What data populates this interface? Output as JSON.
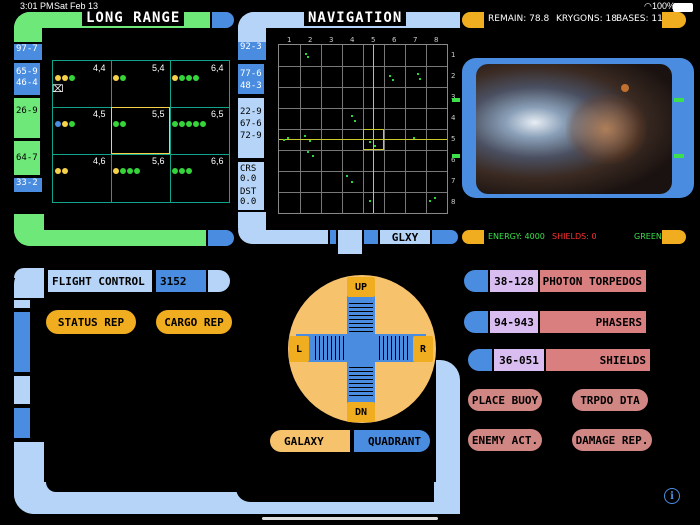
{
  "statusbar": {
    "time": "3:01 PM",
    "date": "Sat Feb 13",
    "battery": "100%"
  },
  "long_range": {
    "title": "LONG RANGE",
    "side_values": [
      "97-7",
      "65-9",
      "46-4",
      "26-9",
      "64-7",
      "33-2"
    ],
    "cells": [
      {
        "coord": "4,4",
        "dots": [
          "y",
          "y",
          "g"
        ]
      },
      {
        "coord": "5,4",
        "dots": [
          "y",
          "g"
        ]
      },
      {
        "coord": "6,4",
        "dots": [
          "y",
          "g",
          "g",
          "g"
        ]
      },
      {
        "coord": "4,5",
        "dots": [
          "b",
          "y",
          "g"
        ]
      },
      {
        "coord": "5,5",
        "dots": [
          "g",
          "g"
        ]
      },
      {
        "coord": "6,5",
        "dots": [
          "g",
          "g",
          "g",
          "g",
          "g"
        ]
      },
      {
        "coord": "4,6",
        "dots": [
          "y",
          "y"
        ]
      },
      {
        "coord": "5,6",
        "dots": [
          "y",
          "g",
          "g",
          "g"
        ]
      },
      {
        "coord": "6,6",
        "dots": [
          "g",
          "g",
          "g"
        ]
      }
    ]
  },
  "navigation": {
    "title": "NAVIGATION",
    "side_values": [
      "92-3",
      "77-6",
      "48-3",
      "22-9",
      "67-6",
      "72-9"
    ],
    "crs_label": "CRS",
    "crs_value": "0.0",
    "dst_label": "DST",
    "dst_value": "0.0",
    "cols": [
      "1",
      "2",
      "3",
      "4",
      "5",
      "6",
      "7",
      "8"
    ],
    "rows": [
      "1",
      "2",
      "3",
      "4",
      "5",
      "6",
      "7",
      "8"
    ],
    "glxy_label": "GLXY"
  },
  "status": {
    "remain": "REMAIN: 78.8",
    "krygons": "KRYGONS: 18",
    "bases": "BASES: 11"
  },
  "bottom_status": {
    "energy": "ENERGY: 4000",
    "shields": "SHIELDS: 0",
    "condition": "GREEN"
  },
  "flight_control": {
    "label": "FLIGHT CONTROL",
    "value": "3152",
    "status_rep": "STATUS REP",
    "cargo_rep": "CARGO REP"
  },
  "dpad": {
    "up": "UP",
    "down": "DN",
    "left": "L",
    "right": "R",
    "galaxy": "GALAXY",
    "quadrant": "QUADRANT"
  },
  "weapons": [
    {
      "code": "38-128",
      "label": "PHOTON TORPEDOS"
    },
    {
      "code": "94-943",
      "label": "PHASERS"
    },
    {
      "code": "36-051",
      "label": "SHIELDS"
    }
  ],
  "actions": {
    "place_buoy": "PLACE BUOY",
    "trpdo_dta": "TRPDO DTA",
    "enemy_act": "ENEMY ACT.",
    "damage_rep": "DAMAGE REP."
  },
  "colors": {
    "lcars_green": "#6ee878",
    "lcars_light_blue": "#b6d4f7",
    "lcars_blue": "#4a8de0",
    "lcars_orange": "#f0ad1f",
    "weapon_pink": "#d97f80",
    "code_lavender": "#d9bdf0",
    "action_rose": "#d08683",
    "condition_green": "#3be04a",
    "shields_red": "#ff3030"
  }
}
